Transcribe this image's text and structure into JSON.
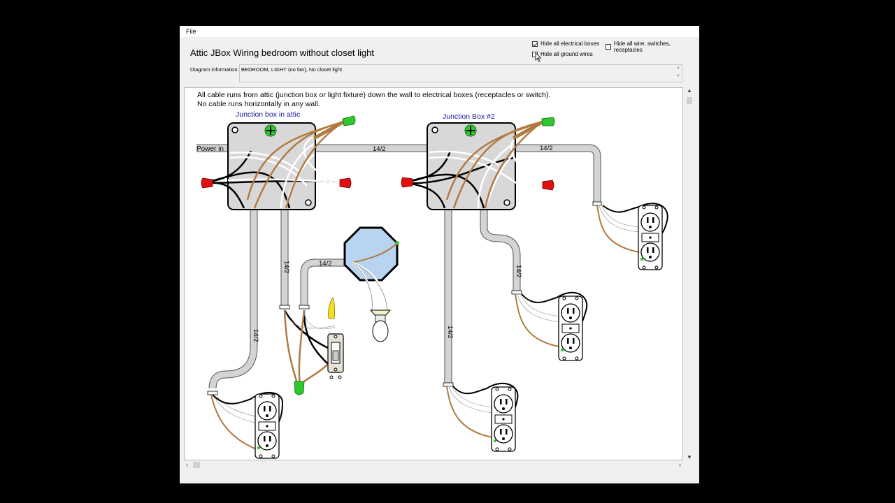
{
  "menu": {
    "file": "File"
  },
  "window": {
    "title": "Attic JBox Wiring bedroom without closet light"
  },
  "options": {
    "hide_boxes": {
      "label": "Hide all electrical boxes",
      "checked": true
    },
    "hide_wires": {
      "label": "Hide all wire, switches, receptacles",
      "checked": false
    },
    "hide_ground": {
      "label": "Hide all ground wires",
      "checked": false
    }
  },
  "info": {
    "label": "Diagram information:",
    "value": "BEDROOM, LIGHT (no fan), No closet light"
  },
  "diagram": {
    "note_line1": "All cable runs from attic (junction box or light fixture) down the wall to electrical boxes (receptacles or switch).",
    "note_line2": "No cable runs horizontally in any wall.",
    "jbox1_label": "Junction box in attic",
    "jbox2_label": "Junction Box #2",
    "power_in": "Power in",
    "cable_label": "14/2",
    "colors": {
      "conduit": "#d4d4d4",
      "box": "#d8d8d8",
      "wire_hot": "#000000",
      "wire_neutral": "#ffffff",
      "wire_ground": "#b07a40",
      "nut_red": "#e01010",
      "nut_green": "#2ec82e",
      "nut_yellow": "#f2e020",
      "fixture": "#b8d4f0",
      "label_blue": "#1a1aa0"
    }
  }
}
